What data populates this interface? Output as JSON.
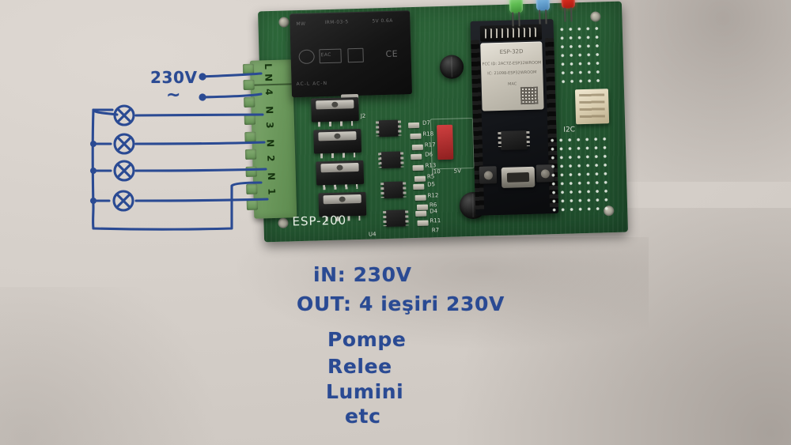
{
  "scene": {
    "kind": "photograph",
    "subject": "ESP-200 four-channel 230V AC relay/triac control board with ESP32 module, lying on paper next to a hand-drawn wiring diagram",
    "background_color": "#d9d3cd",
    "ink_color": "#2a4a93",
    "pcb_color": "#27602f"
  },
  "handwriting": {
    "supply_label": "230V",
    "ac_symbol": "~",
    "spec_in": "iN: 230V",
    "spec_out": "OUT: 4 ieşiri 230V",
    "uses": [
      "Pompe",
      "Relee",
      "Lumini",
      "etc"
    ]
  },
  "diagram": {
    "type": "wiring-sketch",
    "load_count": 4,
    "load_symbol": "lamp-crossed-circle",
    "supply_terminals": 2,
    "supply_terminal_names": [
      "L",
      "N"
    ],
    "notes": "Live bus from board terminal feeds four lamps; common neutral returns along bottom to terminal block"
  },
  "board": {
    "silkscreen_name": "ESP-200",
    "terminal_block": {
      "name": "screw-terminal-block",
      "labels": [
        "L",
        "N",
        "4",
        "N",
        "3",
        "N",
        "2",
        "N",
        "1"
      ]
    },
    "module": {
      "name": "ESP-32D",
      "shield_text": "ESP-32D",
      "has_qr_code": true
    },
    "psu": {
      "name": "ac-dc-power-module",
      "markings": [
        "AC-L",
        "AC-N",
        "CE",
        "EAC"
      ]
    },
    "jumper": {
      "label": "J10",
      "rail": "5V"
    },
    "connector_i2c": "I2C",
    "leds": [
      {
        "name": "led-green",
        "color": "#5fbd52"
      },
      {
        "name": "led-blue",
        "color": "#6aa6d4"
      },
      {
        "name": "led-red",
        "color": "#d6291b"
      }
    ],
    "silkscreen_refs": [
      "D7",
      "R18",
      "R17",
      "D6",
      "R13",
      "R5",
      "D5",
      "R12",
      "R6",
      "D4",
      "R11",
      "R7",
      "U4",
      "J2"
    ],
    "triac_count": 4,
    "optocoupler_count": 4
  }
}
